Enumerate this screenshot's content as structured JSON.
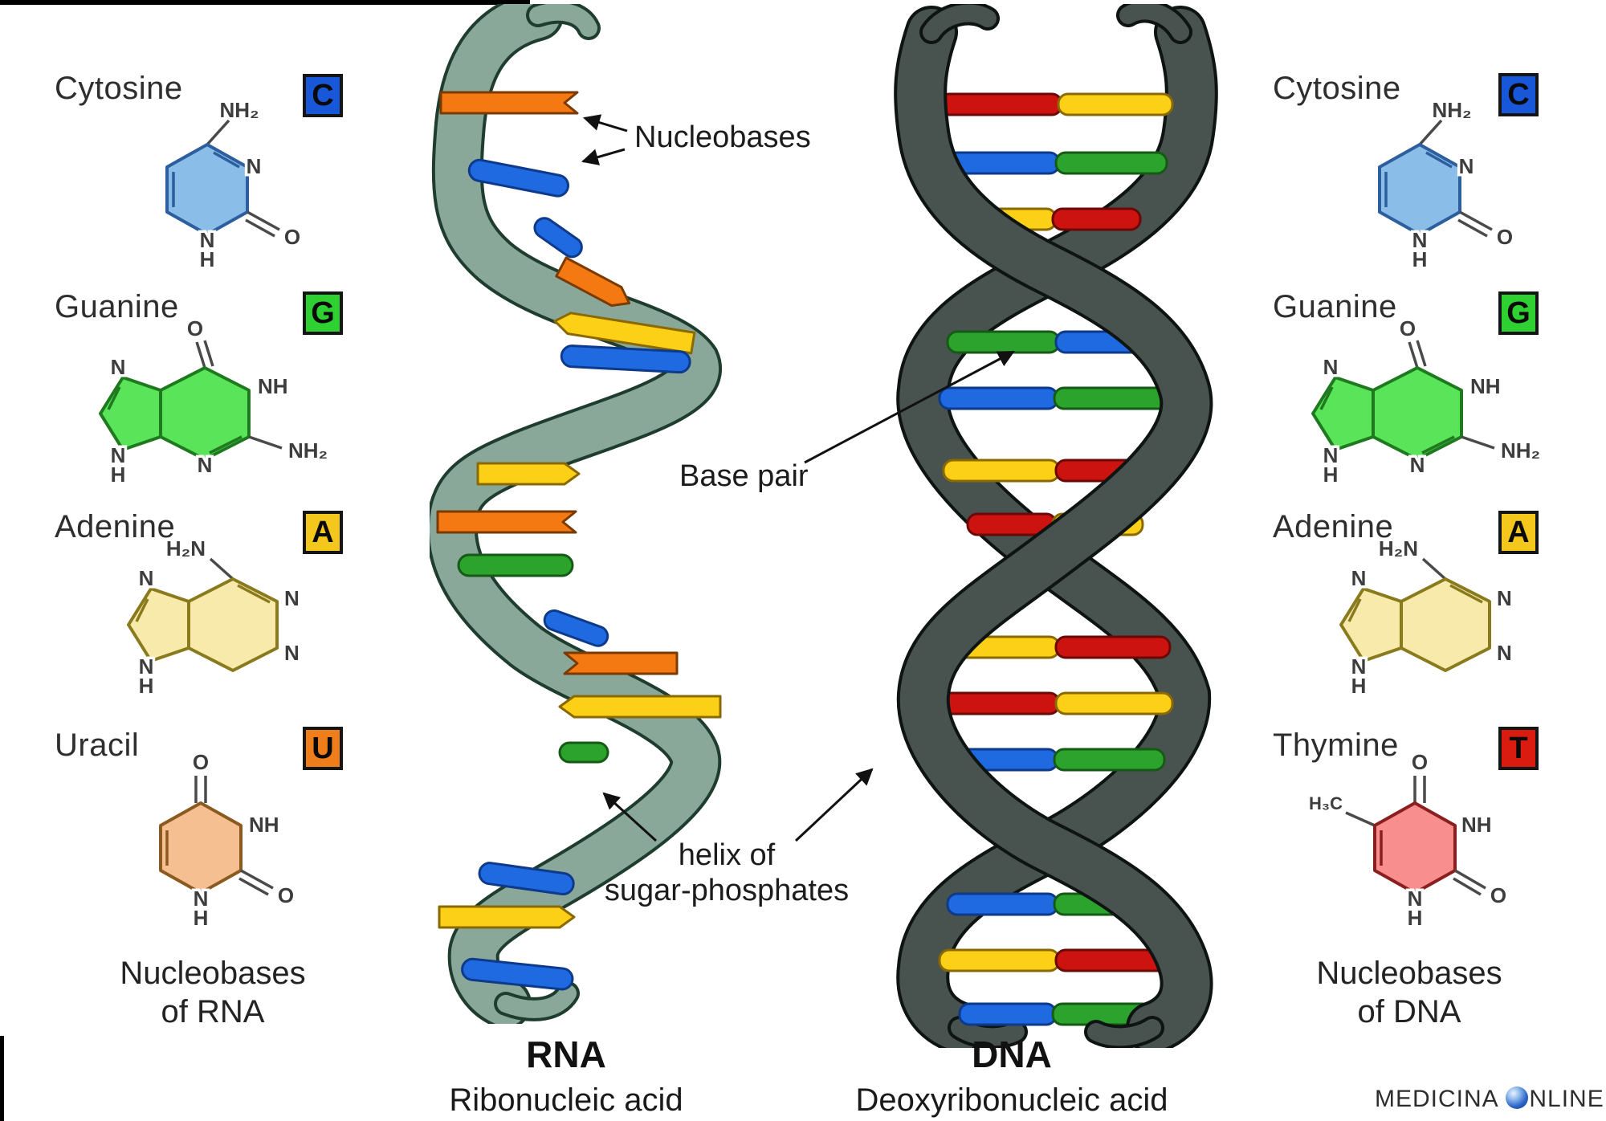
{
  "palette": {
    "background": "#ffffff",
    "text_dark": "#1c1c1c",
    "rna_ribbon": "#8aa89a",
    "rna_ribbon_outline": "#1f3d2e",
    "dna_ribbon": "#48524e",
    "dna_ribbon_outline": "#0e1412",
    "bar_orange": "#f57912",
    "bar_yellow": "#fcd016",
    "bar_blue": "#1f6ae0",
    "bar_green": "#2ca32c",
    "bar_red": "#cc1310",
    "badge_c": "#1757d8",
    "badge_g": "#2fd032",
    "badge_a": "#f3c71c",
    "badge_u": "#ef7d1a",
    "badge_t": "#da1b10",
    "cytosine_fill": "#8abde8",
    "guanine_fill": "#5ae45a",
    "adenine_fill": "#f7eaaa",
    "uracil_fill": "#f6bf92",
    "thymine_fill": "#f98e8e"
  },
  "left_panel": {
    "items": [
      {
        "name": "Cytosine",
        "badge": "C"
      },
      {
        "name": "Guanine",
        "badge": "G"
      },
      {
        "name": "Adenine",
        "badge": "A"
      },
      {
        "name": "Uracil",
        "badge": "U"
      }
    ],
    "caption_line1": "Nucleobases",
    "caption_line2": "of RNA"
  },
  "right_panel": {
    "items": [
      {
        "name": "Cytosine",
        "badge": "C"
      },
      {
        "name": "Guanine",
        "badge": "G"
      },
      {
        "name": "Adenine",
        "badge": "A"
      },
      {
        "name": "Thymine",
        "badge": "T"
      }
    ],
    "caption_line1": "Nucleobases",
    "caption_line2": "of DNA"
  },
  "molecules": {
    "cytosine": {
      "amine": "NH₂",
      "n_ring": "N",
      "o": "O",
      "n_bottom": "N",
      "h_bottom": "H"
    },
    "guanine": {
      "o": "O",
      "nh": "NH",
      "amine": "NH₂",
      "n_left": "N",
      "n_bottom": "N",
      "n5": "N",
      "h5": "H"
    },
    "adenine": {
      "amine": "H₂N",
      "n1": "N",
      "n3": "N",
      "n7": "N",
      "n9": "N",
      "h9": "H"
    },
    "uracil": {
      "o_top": "O",
      "nh": "NH",
      "o_bottom": "O",
      "n": "N",
      "h": "H"
    },
    "thymine": {
      "methyl": "H₃C",
      "o_top": "O",
      "nh": "NH",
      "o_bottom": "O",
      "n": "N",
      "h": "H"
    }
  },
  "annotations": {
    "nucleobases": "Nucleobases",
    "base_pair": "Base pair",
    "helix_line1": "helix of",
    "helix_line2": "sugar-phosphates"
  },
  "rna": {
    "abbr": "RNA",
    "full": "Ribonucleic acid"
  },
  "dna": {
    "abbr": "DNA",
    "full": "Deoxyribonucleic acid"
  },
  "watermark": {
    "prefix": "MEDICINA",
    "suffix": "NLINE"
  }
}
